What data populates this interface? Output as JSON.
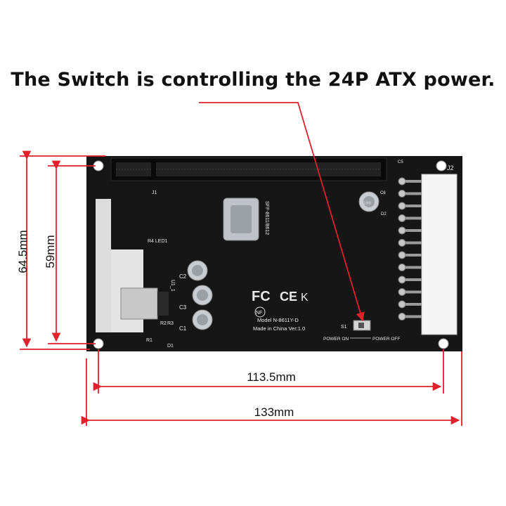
{
  "headline": "The Switch is controlling the 24P ATX power.",
  "dimensions": {
    "outer_height": "64.5mm",
    "inner_height": "59mm",
    "hole_spacing": "113.5mm",
    "overall_width": "133mm"
  },
  "colors": {
    "annotation_red": "#e0202a",
    "board": "#161616",
    "connector_white": "#f4f4f4"
  },
  "board_labels": {
    "slot": "J1",
    "atx": "J2",
    "chip": "SFF-8611/8612",
    "led": "R4 LED1",
    "regulator": "U1_1",
    "c2": "C2",
    "c3": "C3",
    "c1": "C1",
    "r2": "R2",
    "r3": "R3",
    "r1": "R1",
    "d1": "D1",
    "switch": "S1",
    "power_on": "POWER ON",
    "power_off": "POWER OFF",
    "model": "Model  N-8611Y-D",
    "made_in": "Made in China Ver:1.0",
    "cap_small": "C5",
    "c6": "C6",
    "cap_value": "100",
    "d2": "D2",
    "certifications": [
      "FC",
      "CE",
      "K",
      "NF"
    ]
  }
}
